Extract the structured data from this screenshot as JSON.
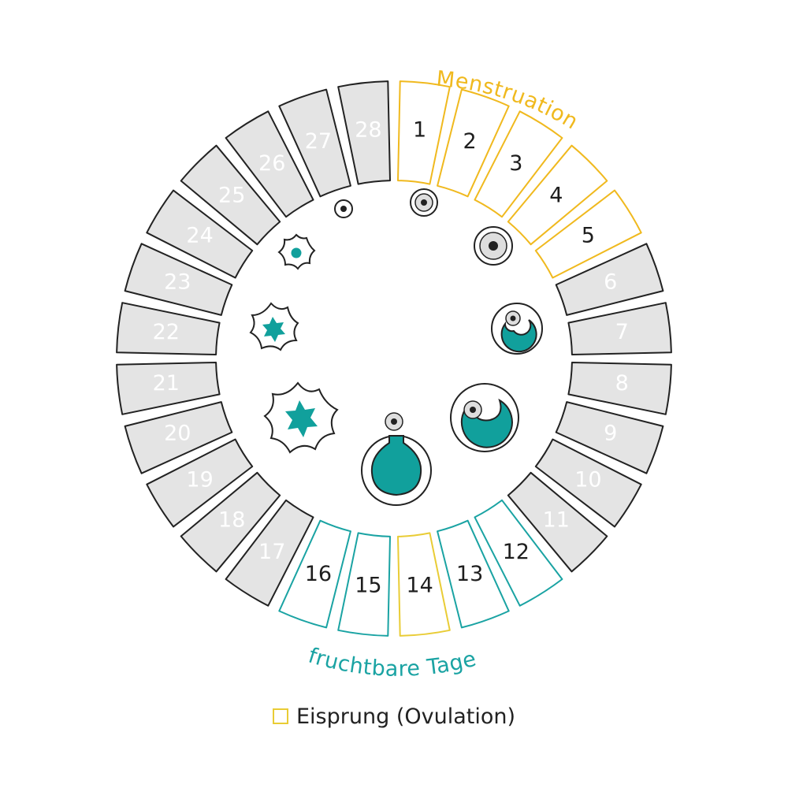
{
  "colors": {
    "menstruation": "#f0b91e",
    "fertile": "#1aa3a3",
    "ovulation": "#e9cc35",
    "neutral_fill": "#e4e4e4",
    "neutral_stroke": "#222222",
    "neutral_text": "#ffffff",
    "active_text": "#1e1e1e",
    "follicle_core": "#11a09c"
  },
  "days": [
    {
      "label": "1",
      "phase": "menstruation"
    },
    {
      "label": "2",
      "phase": "menstruation"
    },
    {
      "label": "3",
      "phase": "menstruation"
    },
    {
      "label": "4",
      "phase": "menstruation"
    },
    {
      "label": "5",
      "phase": "menstruation"
    },
    {
      "label": "6",
      "phase": "neutral"
    },
    {
      "label": "7",
      "phase": "neutral"
    },
    {
      "label": "8",
      "phase": "neutral"
    },
    {
      "label": "9",
      "phase": "neutral"
    },
    {
      "label": "10",
      "phase": "neutral"
    },
    {
      "label": "11",
      "phase": "neutral"
    },
    {
      "label": "12",
      "phase": "fertile"
    },
    {
      "label": "13",
      "phase": "fertile"
    },
    {
      "label": "14",
      "phase": "ovulation"
    },
    {
      "label": "15",
      "phase": "fertile"
    },
    {
      "label": "16",
      "phase": "fertile"
    },
    {
      "label": "17",
      "phase": "neutral"
    },
    {
      "label": "18",
      "phase": "neutral"
    },
    {
      "label": "19",
      "phase": "neutral"
    },
    {
      "label": "20",
      "phase": "neutral"
    },
    {
      "label": "21",
      "phase": "neutral"
    },
    {
      "label": "22",
      "phase": "neutral"
    },
    {
      "label": "23",
      "phase": "neutral"
    },
    {
      "label": "24",
      "phase": "neutral"
    },
    {
      "label": "25",
      "phase": "neutral"
    },
    {
      "label": "26",
      "phase": "neutral"
    },
    {
      "label": "27",
      "phase": "neutral"
    },
    {
      "label": "28",
      "phase": "neutral"
    }
  ],
  "labels": {
    "menstruation": "Menstruation",
    "fertile_days": "fruchtbare Tage"
  },
  "legend": {
    "ovulation_label": "Eisprung (Ovulation)"
  },
  "icons": [
    "primordial-follicle-icon",
    "primary-follicle-icon",
    "secondary-follicle-icon",
    "early-antral-follicle-icon",
    "antral-follicle-icon",
    "mature-follicle-ovulation-icon",
    "small-corpus-luteum-icon",
    "medium-corpus-luteum-icon",
    "large-corpus-luteum-icon"
  ]
}
